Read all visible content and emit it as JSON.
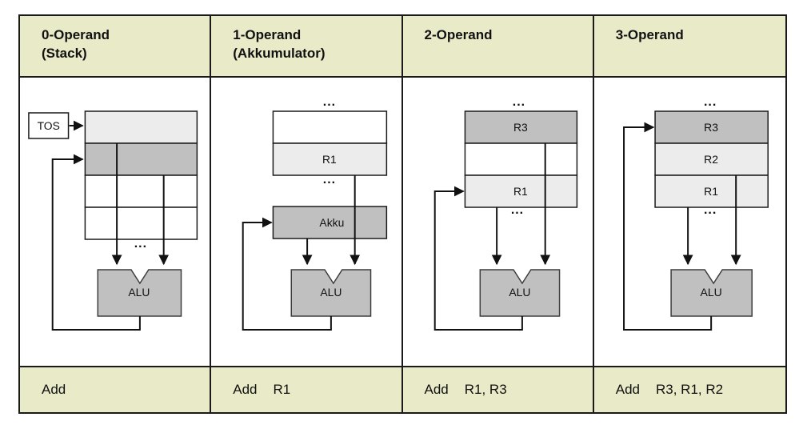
{
  "colors": {
    "header_bg": "#e9eac7",
    "cell_light": "#ececec",
    "cell_dark": "#c0c0c0",
    "cell_white": "#ffffff",
    "alu_fill": "#c0c0c0",
    "line": "#111111",
    "border": "#1a1a1a"
  },
  "labels": {
    "alu": "ALU",
    "ellipsis": "..."
  },
  "columns": [
    {
      "header_line1": "0-Operand",
      "header_line2": "(Stack)",
      "diagram": {
        "tos_label": "TOS"
      },
      "instruction": {
        "mnemonic": "Add",
        "operands": ""
      }
    },
    {
      "header_line1": "1-Operand",
      "header_line2": "(Akkumulator)",
      "diagram": {
        "registers": [
          "R1"
        ],
        "accumulator": "Akku"
      },
      "instruction": {
        "mnemonic": "Add",
        "operands": "R1"
      }
    },
    {
      "header_line1": "2-Operand",
      "header_line2": "",
      "diagram": {
        "registers": [
          "R3",
          "R1"
        ]
      },
      "instruction": {
        "mnemonic": "Add",
        "operands": "R1, R3"
      }
    },
    {
      "header_line1": "3-Operand",
      "header_line2": "",
      "diagram": {
        "registers": [
          "R3",
          "R2",
          "R1"
        ]
      },
      "instruction": {
        "mnemonic": "Add",
        "operands": "R3, R1, R2"
      }
    }
  ]
}
